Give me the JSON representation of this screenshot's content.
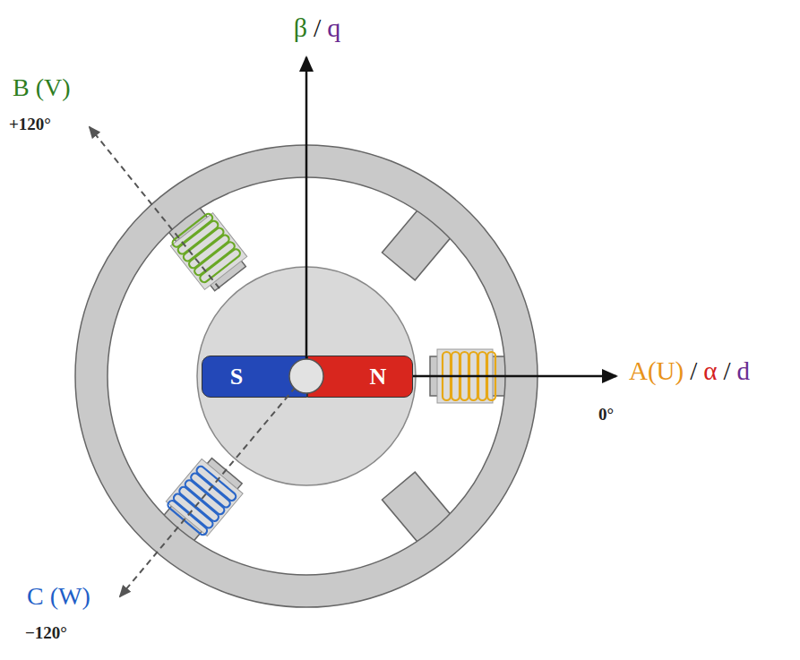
{
  "diagram": {
    "nodes": [
      {
        "text": [
          "S"
        ]
      },
      {
        "text": [
          "N"
        ]
      }
    ],
    "labels": [
      "β",
      "/",
      "q",
      "B (V)",
      "+120°",
      "A(U)",
      "/",
      "α",
      "/",
      "d",
      "0°",
      "C (W)",
      "−120°"
    ]
  }
}
